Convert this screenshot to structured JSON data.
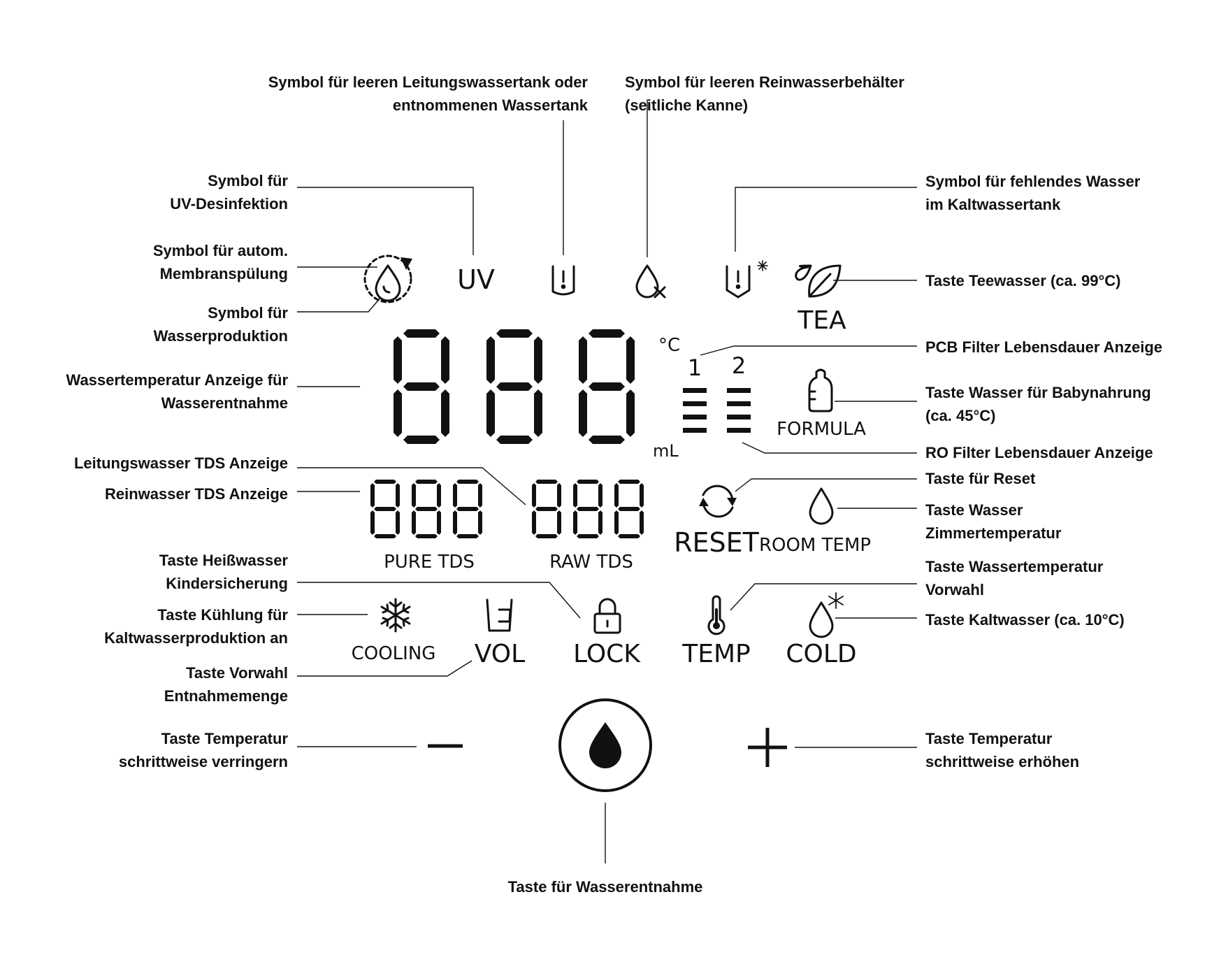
{
  "callouts": {
    "empty_tap_tank": [
      "Symbol für leeren Leitungswassertank oder",
      "entnommenen Wassertank"
    ],
    "empty_pure_tank": [
      "Symbol für leeren Reinwasserbehälter",
      "(seitliche Kanne)"
    ],
    "uv": [
      "Symbol für",
      "UV-Desinfektion"
    ],
    "missing_cold": [
      "Symbol für fehlendes Wasser",
      "im Kaltwassertank"
    ],
    "membrane_flush": [
      "Symbol für autom.",
      "Membranspülung"
    ],
    "tea_key": [
      "Taste Teewasser (ca. 99°C)"
    ],
    "water_production": [
      "Symbol für",
      "Wasserproduktion"
    ],
    "pcb_filter": [
      "PCB Filter Lebensdauer Anzeige"
    ],
    "temp_display": [
      "Wassertemperatur Anzeige für",
      "Wasserentnahme"
    ],
    "baby_key": [
      "Taste Wasser für Babynahrung",
      "(ca. 45°C)"
    ],
    "ro_filter": [
      "RO Filter Lebensdauer Anzeige"
    ],
    "tap_tds": [
      "Leitungswasser TDS Anzeige"
    ],
    "reset_key": [
      "Taste für Reset"
    ],
    "pure_tds": [
      "Reinwasser TDS Anzeige"
    ],
    "room_temp_key": [
      "Taste Wasser",
      "Zimmertemperatur"
    ],
    "hot_lock": [
      "Taste Heißwasser",
      "Kindersicherung"
    ],
    "temp_preselect": [
      "Taste Wassertemperatur",
      "Vorwahl"
    ],
    "cooling_key": [
      "Taste Kühlung für",
      "Kaltwasserproduktion an"
    ],
    "cold_key": [
      "Taste Kaltwasser (ca. 10°C)"
    ],
    "volume_key": [
      "Taste Vorwahl",
      "Entnahmemenge"
    ],
    "temp_down": [
      "Taste Temperatur",
      "schrittweise verringern"
    ],
    "temp_up": [
      "Taste Temperatur",
      "schrittweise erhöhen"
    ],
    "dispense": [
      "Taste für Wasserentnahme"
    ]
  },
  "panel": {
    "uv": "UV",
    "tea": "TEA",
    "unit_celsius": "°C",
    "unit_ml": "mL",
    "filter_1": "1",
    "filter_2": "2",
    "formula": "FORMULA",
    "reset": "RESET",
    "room_temp": "ROOM TEMP",
    "pure_tds": "PURE TDS",
    "raw_tds": "RAW TDS",
    "cooling": "COOLING",
    "vol": "VOL",
    "lock": "LOCK",
    "temp": "TEMP",
    "cold": "COLD",
    "main_digits": "888",
    "pure_digits": "888",
    "raw_digits": "888"
  },
  "icons": [
    "membrane-flush-icon",
    "water-production-icon",
    "tank-warning-icon",
    "drop-x-icon",
    "cold-tank-warning-icon",
    "leaf-icon",
    "baby-bottle-icon",
    "reset-arrows-icon",
    "drop-icon",
    "snowflake-icon",
    "cup-icon",
    "lock-icon",
    "thermometer-icon",
    "cold-drop-icon",
    "minus-icon",
    "plus-icon",
    "dispense-drop-icon"
  ],
  "colors": {
    "ink": "#111111",
    "background": "#ffffff"
  }
}
